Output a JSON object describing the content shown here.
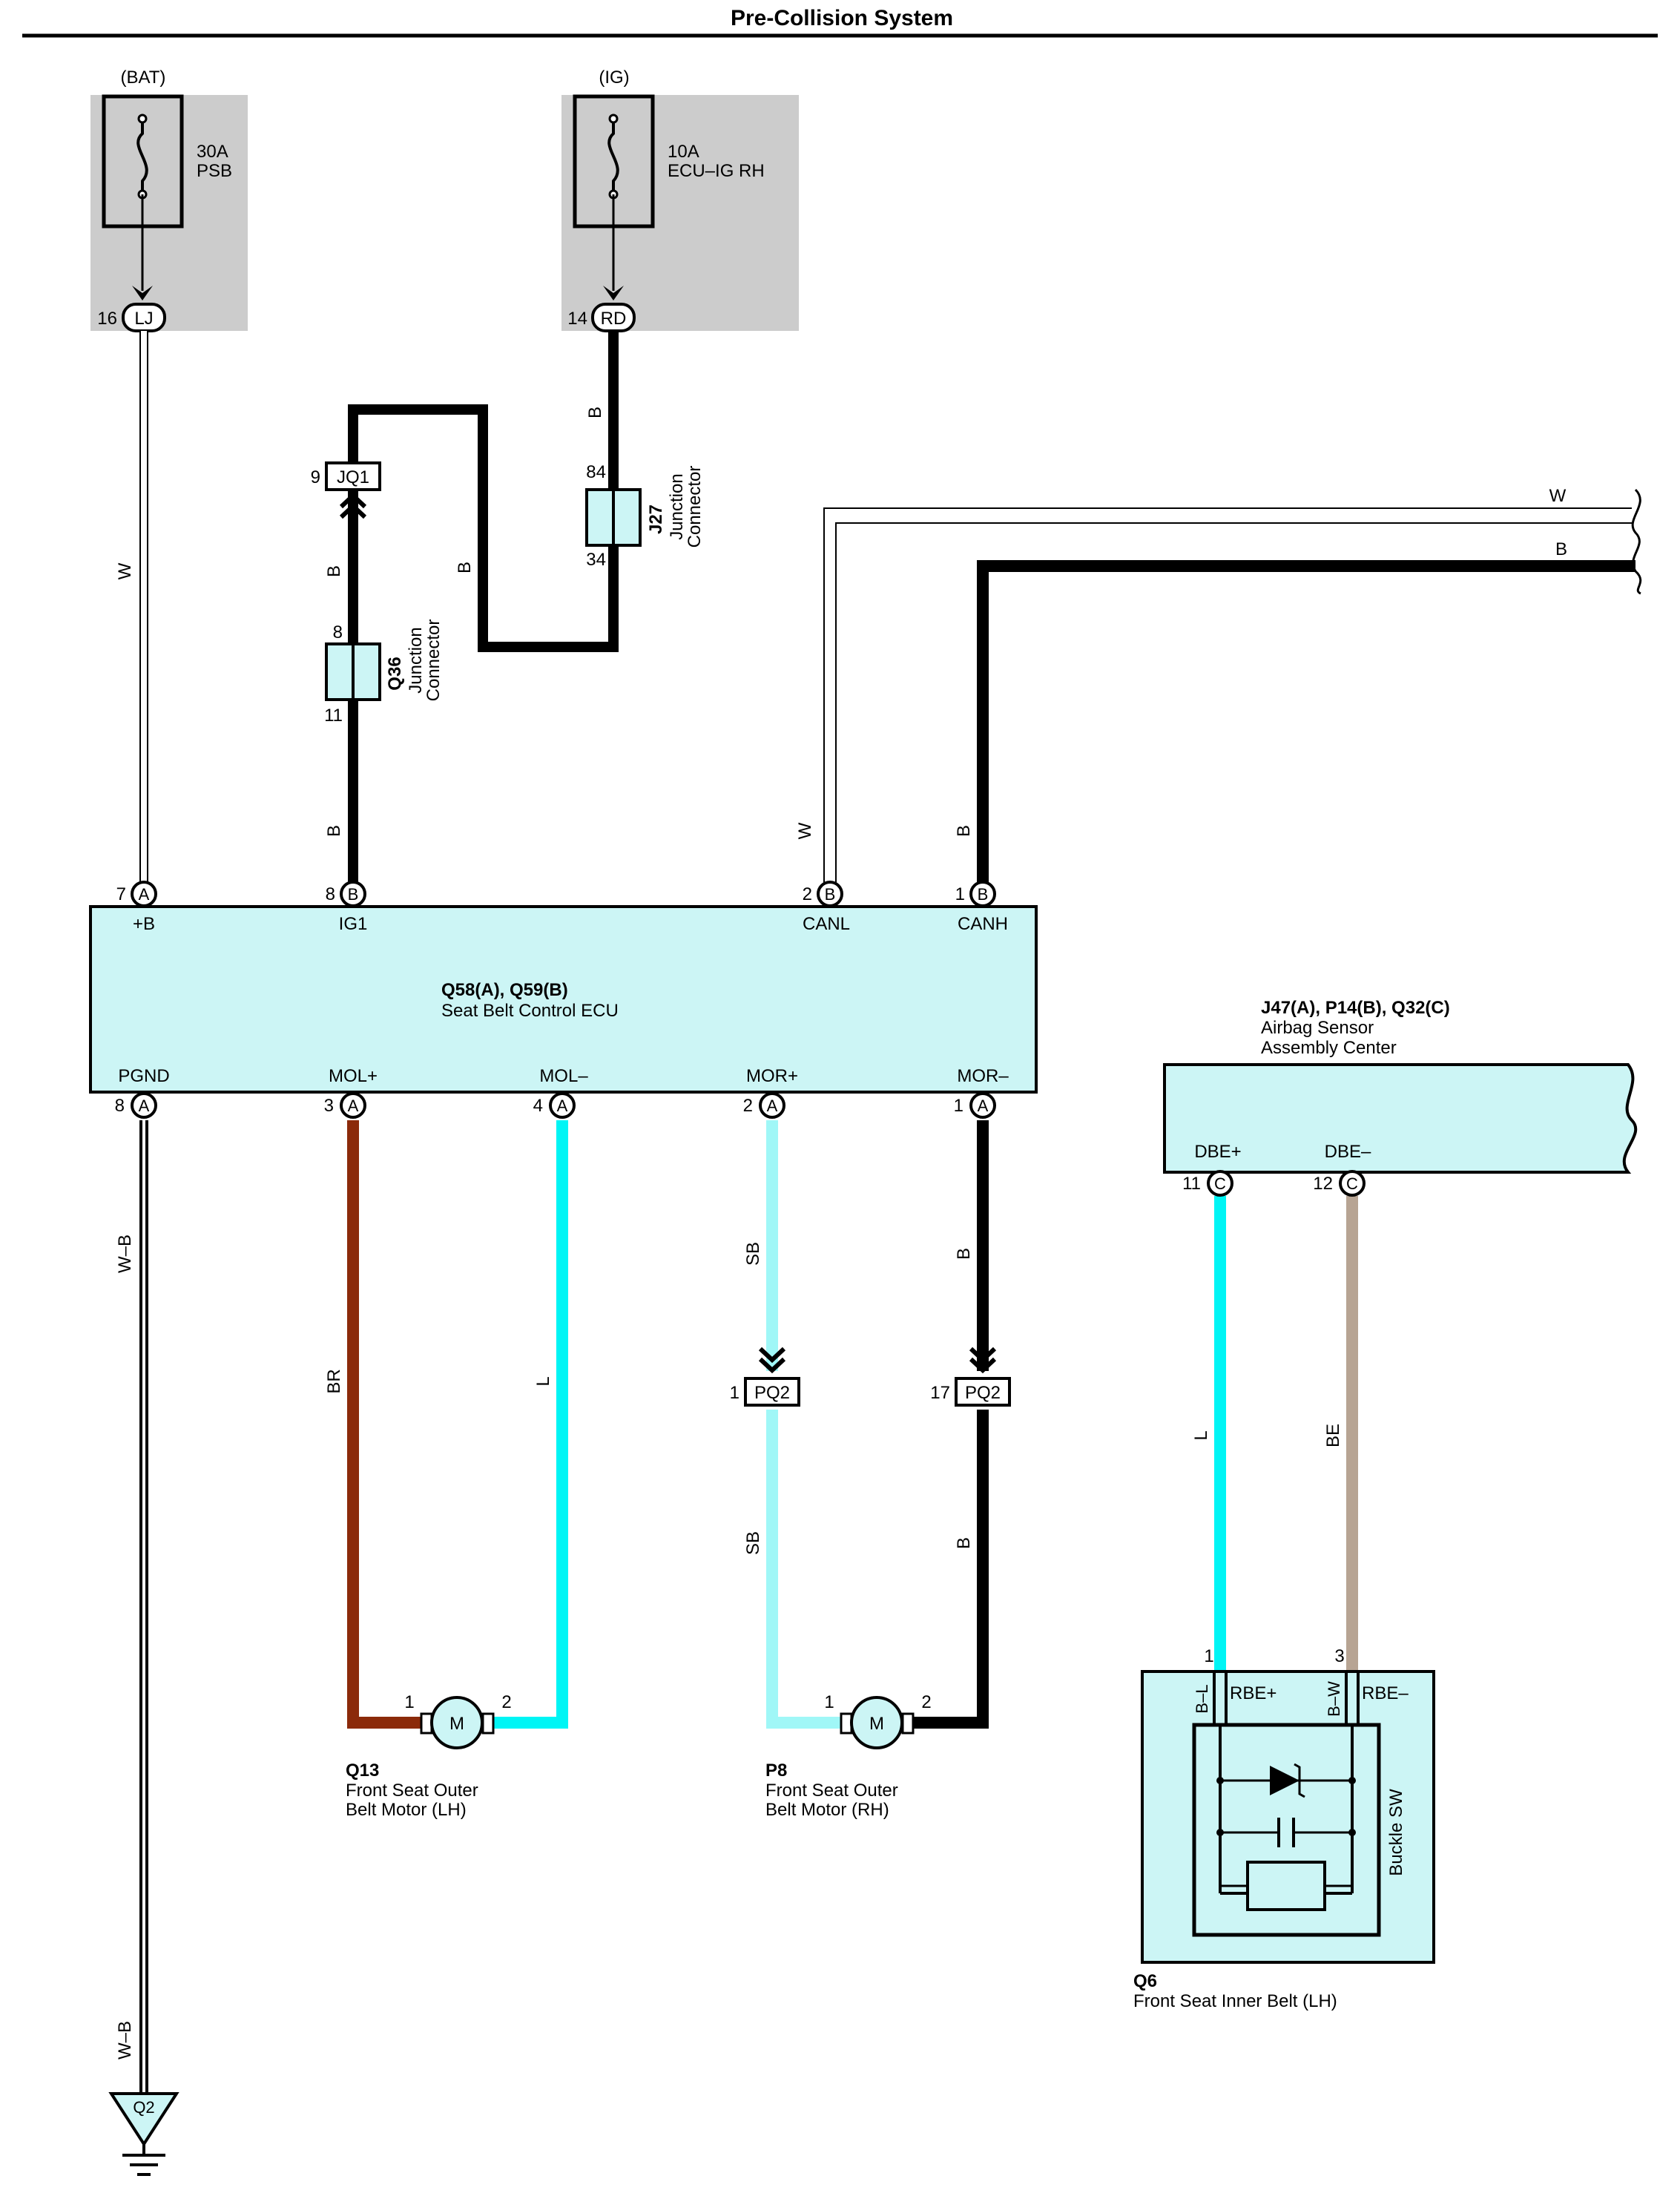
{
  "title": "Pre-Collision System",
  "colors": {
    "W": "#ffffff",
    "B": "#000000",
    "BR": "#8b2a0a",
    "L": "#00f5f5",
    "SB": "#a0f7f7",
    "BE": "#b7a493",
    "box_fill": "#ccf5f5",
    "fuse_bg": "#cccccc"
  },
  "fuses": [
    {
      "source": "(BAT)",
      "rating": "30A",
      "name": "PSB",
      "pin": "16",
      "connector": "LJ"
    },
    {
      "source": "(IG)",
      "rating": "10A",
      "name": "ECU–IG RH",
      "pin": "14",
      "connector": "RD"
    }
  ],
  "junctions": [
    {
      "id": "Q36",
      "name_line1": "Junction",
      "name_line2": "Connector",
      "pin_top": "8",
      "pin_bottom": "11"
    },
    {
      "id": "J27",
      "name_line1": "Junction",
      "name_line2": "Connector",
      "pin_top": "84",
      "pin_bottom": "34"
    }
  ],
  "inline_connectors": [
    {
      "pin": "9",
      "name": "JQ1"
    },
    {
      "pin": "1",
      "name": "PQ2"
    },
    {
      "pin": "17",
      "name": "PQ2"
    }
  ],
  "ecu": {
    "id": "Q58(A), Q59(B)",
    "name": "Seat Belt Control ECU",
    "top_pins": [
      {
        "num": "7",
        "conn": "A",
        "label": "+B"
      },
      {
        "num": "8",
        "conn": "B",
        "label": "IG1"
      },
      {
        "num": "2",
        "conn": "B",
        "label": "CANL"
      },
      {
        "num": "1",
        "conn": "B",
        "label": "CANH"
      }
    ],
    "bottom_pins": [
      {
        "num": "8",
        "conn": "A",
        "label": "PGND"
      },
      {
        "num": "3",
        "conn": "A",
        "label": "MOL+"
      },
      {
        "num": "4",
        "conn": "A",
        "label": "MOL–"
      },
      {
        "num": "2",
        "conn": "A",
        "label": "MOR+"
      },
      {
        "num": "1",
        "conn": "A",
        "label": "MOR–"
      }
    ]
  },
  "airbag": {
    "id": "J47(A), P14(B), Q32(C)",
    "name_line1": "Airbag Sensor",
    "name_line2": "Assembly Center",
    "pins": [
      {
        "num": "11",
        "conn": "C",
        "label": "DBE+"
      },
      {
        "num": "12",
        "conn": "C",
        "label": "DBE–"
      }
    ]
  },
  "motors": [
    {
      "id": "Q13",
      "name_line1": "Front Seat Outer",
      "name_line2": "Belt Motor (LH)",
      "symbol": "M",
      "pin1": "1",
      "pin2": "2"
    },
    {
      "id": "P8",
      "name_line1": "Front Seat Outer",
      "name_line2": "Belt Motor (RH)",
      "symbol": "M",
      "pin1": "1",
      "pin2": "2"
    }
  ],
  "buckle": {
    "id": "Q6",
    "name": "Front Seat Inner Belt (LH)",
    "switch_label": "Buckle SW",
    "pin1": "1",
    "pin3": "3",
    "inner_left": "B–L",
    "inner_right": "B–W",
    "label_left": "RBE+",
    "label_right": "RBE–"
  },
  "ground": {
    "id": "Q2"
  },
  "wire_labels": {
    "bat": "W",
    "ig_top": "B",
    "ig_loop": "B",
    "jq1_q36": "B",
    "q36_ecu": "B",
    "canl": "W",
    "canh": "B",
    "can_w_right": "W",
    "can_b_right": "B",
    "pgnd_top": "W–B",
    "pgnd_bottom": "W–B",
    "mol_plus": "BR",
    "mol_minus": "L",
    "mor_plus_top": "SB",
    "mor_plus_bottom": "SB",
    "mor_minus_top": "B",
    "mor_minus_bottom": "B",
    "dbe_plus": "L",
    "dbe_minus": "BE"
  }
}
